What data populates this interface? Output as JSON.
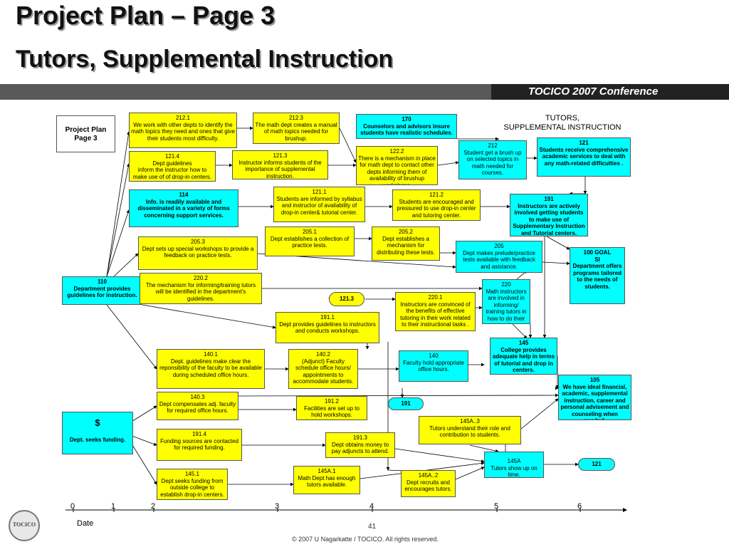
{
  "title": "Project Plan – Page 3",
  "subtitle": "Tutors, Supplemental Instruction",
  "conference": "TOCICO 2007 Conference",
  "side_label": "Project Plan\nPage 3",
  "right_label": "TUTORS,\nSUPPLEMENTAL INSTRUCTION",
  "nodes": {
    "n212_1": "212.1\nWe work with other depts to identify the math topics they need and ones that give their students most difficulty.",
    "n212_3": "212.3\nThe math dept creates a manual of math topics needed for brushup.",
    "n170": "170\nCounselors and advisors insure students have realistic schedules.",
    "n121_4": "121.4\nDept guidelines\ninform the instructor how to make use of of drop-in centers.",
    "n121_3": "121.3\nInstructor informs students of the importance of supplemental instruction.",
    "n122_2": "122.2\nThere is a mechanism in place for math dept to contact other depts informing them of availability of brushup workshops.",
    "n212": "212\nStudent get a brush up on selected topics in math needed for courses.",
    "n121": "121\nStudents receive comprehensive academic services  to deal with any math-related difficulties .",
    "n114": "114\nInfo. is readily available and disseminated in a variety of forms concerning support services.",
    "n121_1": "121.1\nStudents are informed by syllabus and instructor of availability of drop-in center& tutorial center.",
    "n121_2": "121.2\nStudents are encouraged and pressured to use drop-in center and tutoring center.",
    "n191": "191\nInstructors are actively involved getting students to make use of Supplementary Instruction and Tutorial centers.",
    "n205_1": "205.1\nDept establishes a collection of practice tests.",
    "n205_2": "205.2\nDept establishes a mechanism for distributing these tests.",
    "n205_3": "205.3\nDept sets up special  workshops to  provide a feedback on practice tests.",
    "n205": "205\nDept makes prelude/practice tests available with feedback and asistance.",
    "n100": "100  GOAL\nSI\nDepartment offers programs tailored  to  the needs of students.",
    "n110": "110\nDepartment provides guidelines for instruction.",
    "n220_2": "220.2\nThe mechanism for informing/training tutors will be identified in the department's guidelines.",
    "n220": "220\nMath instructors are involved in informing/ training tutors in how to do their work.",
    "pill_121_3": "121.3",
    "n220_1": "220.1\nInstructors are convinced  of the benefits of effective tutoring in their work  related to their instructional tasks .",
    "n191_1": "191.1\nDept provides guidelines to instructors and conducts workshops.",
    "n145": "145\nCollege provides adequate help in terms of tutorial and drop in centers.",
    "n140_1": "140.1\nDept. guidelines make clear the reponsibility of the faculty to be available during scheduled office hours.",
    "n140_2": "140.2\n(Adjunct) Faculty schedule office hours/ appointments to accommodate students.",
    "n140": "140\nFaculty hold appropriate office hours.",
    "n105": "105\nWe have ideal financial, academic, supplemental instruction, career and personal advisement and counseling when needed.",
    "n140_3": "140.3\nDept compensates adj. faculty for required office hours.",
    "n191_2": "191.2\nFacilities are set up to hold workshops.",
    "pill_191": "191",
    "dollar_sym": "$",
    "dollar_txt": "Dept. seeks funding.",
    "n145A_3": "145A..3\nTutors understand their role and contribution to students.",
    "n191_4": "191.4\nFunding sources are contacted for required funding.",
    "n191_3": "191.3\nDept obtains money  to pay adjuncts to attend.",
    "n145A": "145A\nTutors show up on  time.",
    "pill_121": "121",
    "n145_1": "145.1\nDept seeks funding from outside college  to establish drop-in centers.",
    "n145A_1": "145A.1\nMath Dept has enough tutors available.",
    "n145A_2": "145A..2\nDept recruits and encourages tutors."
  },
  "axis": {
    "label": "Date",
    "ticks": [
      "0",
      "1",
      "2",
      "3",
      "4",
      "5",
      "6"
    ]
  },
  "page_number": "41",
  "copyright": "© 2007 U Nagarkatte / TOCICO. All rights reserved.",
  "logo_text": "TOCICO",
  "colors": {
    "yellow": "#ffff00",
    "cyan": "#00ffff",
    "band": "#58595b"
  }
}
